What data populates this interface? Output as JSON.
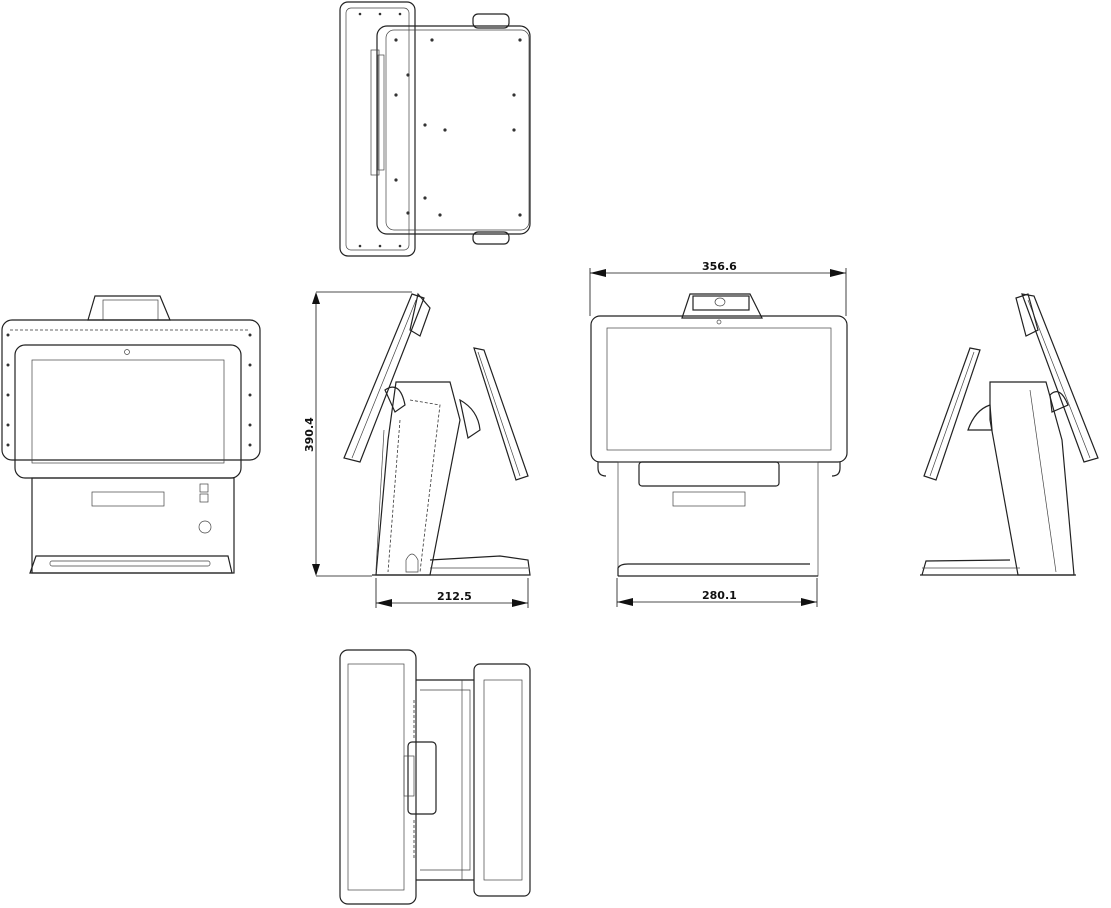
{
  "drawing": {
    "views": [
      "top-view",
      "rear-view",
      "left-side-view",
      "front-view",
      "right-side-view",
      "bottom-view"
    ],
    "dimensions": {
      "width": "356.6",
      "height": "390.4",
      "depth": "212.5",
      "base_width": "280.1"
    },
    "units": "mm"
  }
}
